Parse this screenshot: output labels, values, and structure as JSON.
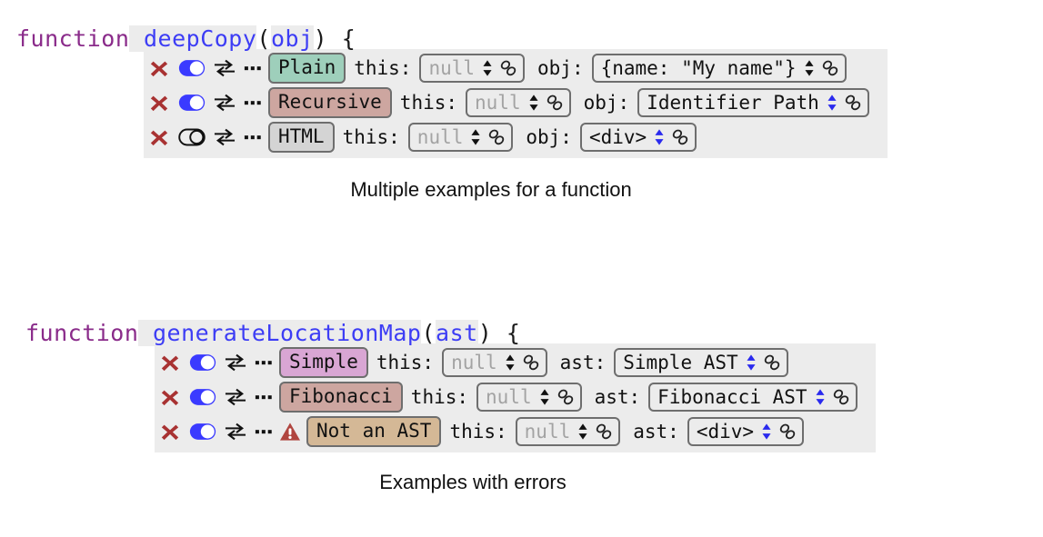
{
  "blocks": [
    {
      "signature": {
        "keyword": "function",
        "name": "deepCopy",
        "open_paren": "(",
        "param": "obj",
        "close_paren": ")",
        "brace": "{"
      },
      "caption": "Multiple examples for a function",
      "rows": [
        {
          "delete_icon": "x-icon",
          "toggle": "on",
          "swap_icon": "swap-icon",
          "more_icon": "ellipsis-icon",
          "warning": false,
          "tag": {
            "label": "Plain",
            "color": "#9ecfbb"
          },
          "args": [
            {
              "label": "this:",
              "value": "null",
              "muted": true,
              "spinner": "black"
            },
            {
              "label": "obj:",
              "value": "{name: \"My name\"}",
              "muted": false,
              "spinner": "black"
            }
          ]
        },
        {
          "delete_icon": "x-icon",
          "toggle": "on",
          "swap_icon": "swap-icon",
          "more_icon": "ellipsis-icon",
          "warning": false,
          "tag": {
            "label": "Recursive",
            "color": "#cda6a0"
          },
          "args": [
            {
              "label": "this:",
              "value": "null",
              "muted": true,
              "spinner": "black"
            },
            {
              "label": "obj:",
              "value": "Identifier Path",
              "muted": false,
              "spinner": "blue"
            }
          ]
        },
        {
          "delete_icon": "x-icon",
          "toggle": "off",
          "swap_icon": "swap-icon",
          "more_icon": "ellipsis-icon",
          "warning": false,
          "tag": {
            "label": "HTML",
            "color": "#d4d4d4"
          },
          "args": [
            {
              "label": "this:",
              "value": "null",
              "muted": true,
              "spinner": "black"
            },
            {
              "label": "obj:",
              "value": "<div>",
              "muted": false,
              "spinner": "blue"
            }
          ]
        }
      ]
    },
    {
      "signature": {
        "keyword": "function",
        "name": "generateLocationMap",
        "open_paren": "(",
        "param": "ast",
        "close_paren": ")",
        "brace": "{"
      },
      "caption": "Examples with errors",
      "rows": [
        {
          "delete_icon": "x-icon",
          "toggle": "on",
          "swap_icon": "swap-icon",
          "more_icon": "ellipsis-icon",
          "warning": false,
          "tag": {
            "label": "Simple",
            "color": "#d9a6d4"
          },
          "args": [
            {
              "label": "this:",
              "value": "null",
              "muted": true,
              "spinner": "black"
            },
            {
              "label": "ast:",
              "value": "Simple AST",
              "muted": false,
              "spinner": "blue"
            }
          ]
        },
        {
          "delete_icon": "x-icon",
          "toggle": "on",
          "swap_icon": "swap-icon",
          "more_icon": "ellipsis-icon",
          "warning": false,
          "tag": {
            "label": "Fibonacci",
            "color": "#cda6a0"
          },
          "args": [
            {
              "label": "this:",
              "value": "null",
              "muted": true,
              "spinner": "black"
            },
            {
              "label": "ast:",
              "value": "Fibonacci AST",
              "muted": false,
              "spinner": "blue"
            }
          ]
        },
        {
          "delete_icon": "x-icon",
          "toggle": "on",
          "swap_icon": "swap-icon",
          "more_icon": "ellipsis-icon",
          "warning": true,
          "warning_icon": "warning-triangle-icon",
          "tag": {
            "label": "Not an AST",
            "color": "#d4b896"
          },
          "args": [
            {
              "label": "this:",
              "value": "null",
              "muted": true,
              "spinner": "black"
            },
            {
              "label": "ast:",
              "value": "<div>",
              "muted": false,
              "spinner": "blue"
            }
          ]
        }
      ]
    }
  ],
  "colors": {
    "keyword": "#8a2b8a",
    "identifier": "#3d3df5",
    "panel_bg": "#ececec",
    "delete_x": "#a83232",
    "toggle_on": "#3a3aff",
    "warning": "#b0453f",
    "spinner_blue": "#2a2aee"
  }
}
